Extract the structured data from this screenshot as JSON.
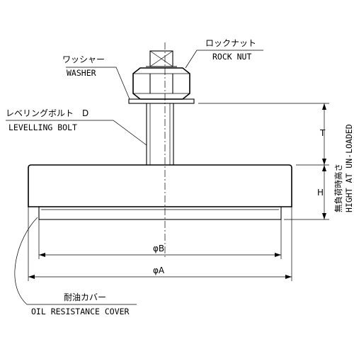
{
  "labels": {
    "rock_nut_jp": "ロックナット",
    "rock_nut_en": "ROCK NUT",
    "washer_jp": "ワッシャー",
    "washer_en": "WASHER",
    "levelling_bolt_jp": "レベリングボルト　D",
    "levelling_bolt_en": "LEVELLING BOLT",
    "cover_jp": "耐油カバー",
    "cover_en": "OIL RESISTANCE COVER"
  },
  "dimensions": {
    "t": "T",
    "h": "H",
    "phi_b": "φB",
    "phi_a": "φA",
    "height_unloaded_jp": "無負荷時高さ",
    "height_unloaded_en": "HIGHT AT UN-LOADED"
  }
}
